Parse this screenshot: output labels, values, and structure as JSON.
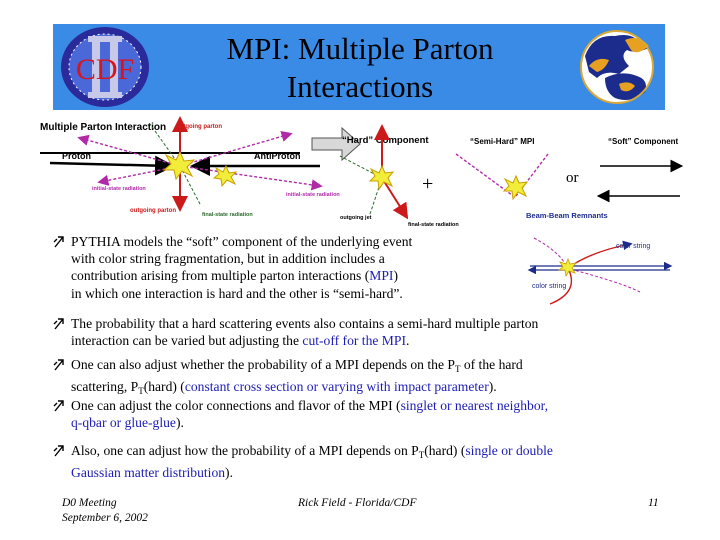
{
  "slide": {
    "title_line1": "MPI: Multiple Parton",
    "title_line2": "Interactions"
  },
  "logos": {
    "left_text": "CDF",
    "left_emblem": "II"
  },
  "diagram": {
    "left_title": "Multiple Parton Interaction",
    "outgoing_parton_top": "outgoing parton",
    "outgoing_parton_bottom": "outgoing parton",
    "proton": "Proton",
    "antiproton": "AntiProton",
    "initial_state_radiation_left": "initial-state radiation",
    "initial_state_radiation_right": "initial-state radiation",
    "final_state_radiation_left": "final-state radiation",
    "final_state_radiation_right": "final-state radiation",
    "outgoing_jet": "outgoing jet",
    "hard_component": "“Hard” Component",
    "plus": "+",
    "semi_hard_mpi": "“Semi-Hard” MPI",
    "or": "or",
    "soft_component": "“Soft” Component",
    "beam_beam_remnants": "Beam-Beam Remnants",
    "color_string_top": "color string",
    "color_string_bottom": "color string"
  },
  "bullets": {
    "b1": {
      "l1": "PYTHIA models the “soft” component of the underlying event",
      "l2": "with color string fragmentation, but in addition includes a",
      "l3a": "contribution arising from multiple parton interactions (",
      "l3b": "MPI",
      "l3c": ")",
      "l4": "in which one interaction is hard and the other is “semi-hard”."
    },
    "b2": {
      "l1": "The probability that a hard scattering events also contains a semi-hard multiple parton",
      "l2a": "interaction can be varied but adjusting the ",
      "l2b": "cut-off for the MPI",
      "l2c": "."
    },
    "b3": {
      "l1a": "One can also adjust whether the probability of a MPI depends on the P",
      "l1sub": "T",
      "l1b": " of the hard",
      "l2a": "scattering, P",
      "l2sub": "T",
      "l2b": "(hard) (",
      "l2c": "constant cross section or varying with impact parameter",
      "l2d": ")."
    },
    "b4": {
      "l1a": "One can adjust the color connections and flavor of the MPI (",
      "l1b": "singlet or nearest neighbor,",
      "l2a": "q-qbar or glue-glue",
      "l2b": ")."
    },
    "b5": {
      "l1a": "Also, one can adjust how the probability of a MPI depends on P",
      "l1sub": "T",
      "l1b": "(hard) (",
      "l1c": "single or double",
      "l2a": "Gaussian matter distribution",
      "l2b": ")."
    }
  },
  "footer": {
    "meeting_l1": "D0 Meeting",
    "meeting_l2": "September 6, 2002",
    "author": "Rick Field - Florida/CDF",
    "page": "11"
  },
  "colors": {
    "banner": "#3a8be6",
    "link_blue": "#1c1cb4",
    "label_red": "#cc1a1a"
  }
}
